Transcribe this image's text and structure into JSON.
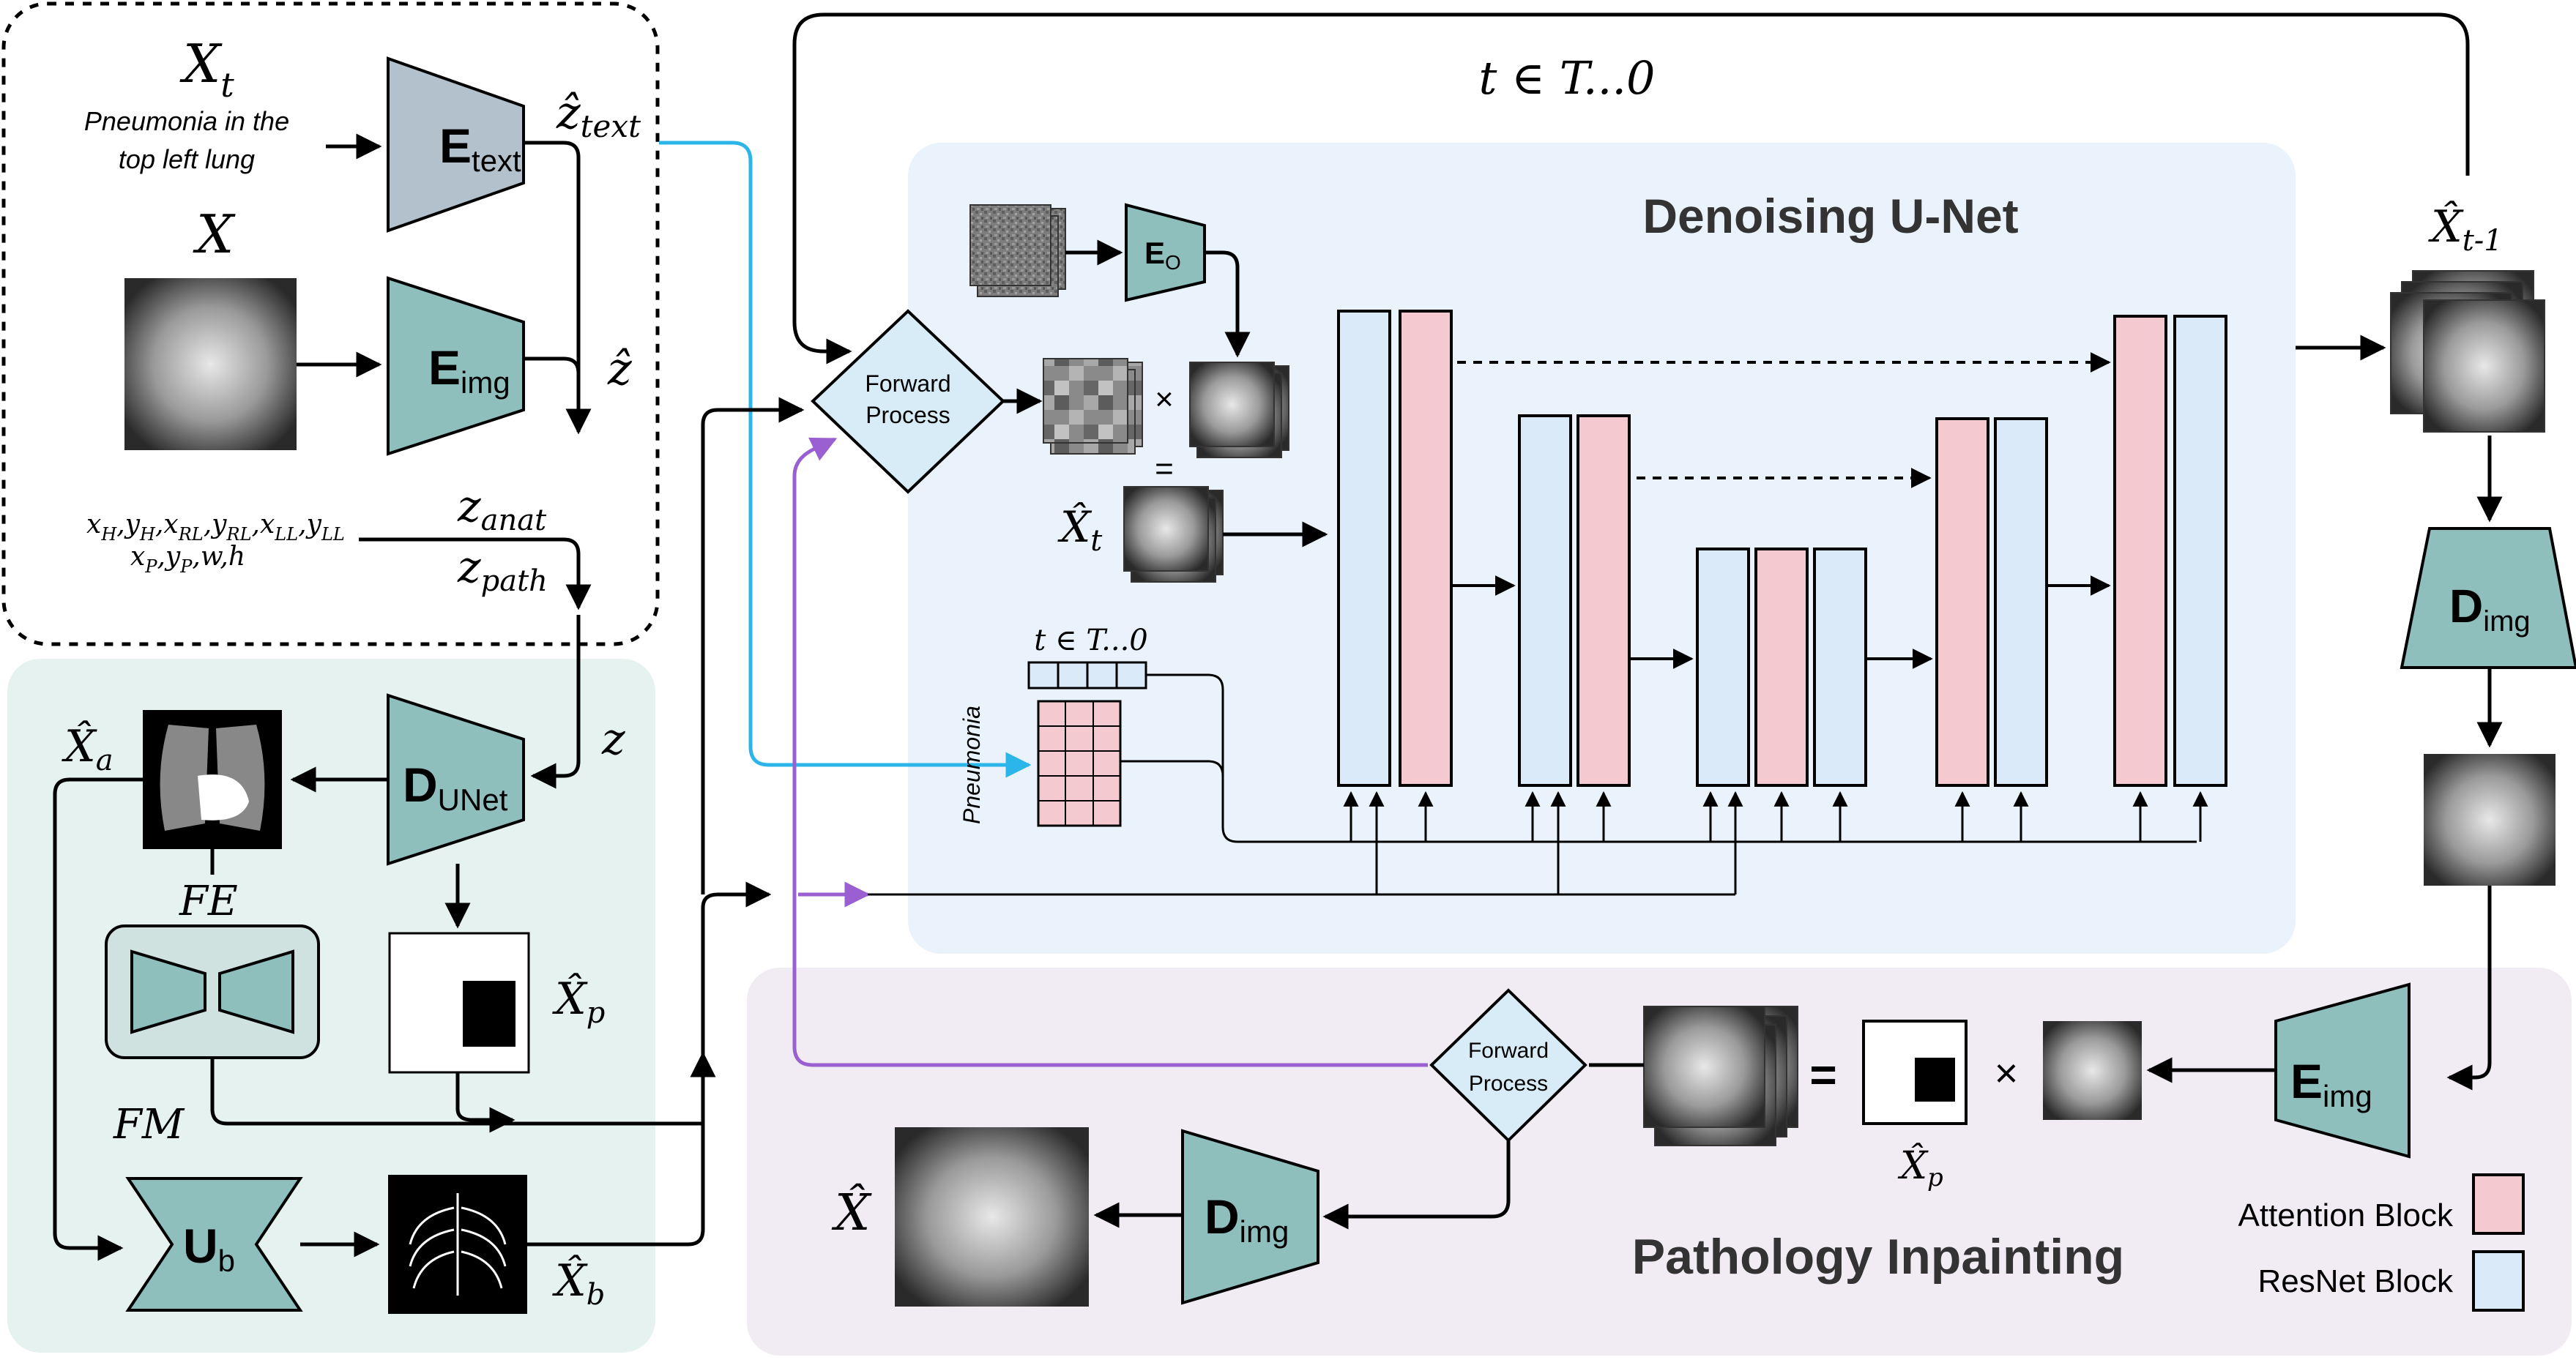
{
  "top_loop": {
    "label": "t ∈ T...0"
  },
  "inputs": {
    "x_t": "X",
    "x_t_sub": "t",
    "prompt_line1": "Pneumonia in the",
    "prompt_line2": "top left lung",
    "x_image": "X",
    "coords_line1": "x",
    "coords_subs1": [
      "H",
      "H",
      "RL",
      "RL",
      "LL",
      "LL"
    ],
    "coords_line2_parts": [
      "x",
      "P",
      ",y",
      "P",
      ",w,h"
    ]
  },
  "encoders": {
    "e_text": {
      "main": "E",
      "sub": "text"
    },
    "e_img": {
      "main": "E",
      "sub": "img"
    },
    "e_o": {
      "main": "E",
      "sub": "O"
    },
    "d_unet": {
      "main": "D",
      "sub": "UNet"
    },
    "d_img_right": {
      "main": "D",
      "sub": "img"
    },
    "e_img_bottom": {
      "main": "E",
      "sub": "img"
    },
    "d_img_bottom": {
      "main": "D",
      "sub": "img"
    },
    "u_b": {
      "main": "U",
      "sub": "b"
    }
  },
  "latents": {
    "z_text_hat": "ẑ",
    "z_text_sub": "text",
    "z_hat": "ẑ",
    "z_anat": "z",
    "z_anat_sub": "anat",
    "z_path": "z",
    "z_path_sub": "path",
    "z": "z"
  },
  "anatomy": {
    "x_a": "X̂",
    "x_a_sub": "a",
    "fe": "FE",
    "fm": "FM",
    "x_p": "X̂",
    "x_p_sub": "p",
    "x_b": "X̂",
    "x_b_sub": "b"
  },
  "unet": {
    "title": "Denoising U-Net",
    "forward_line1": "Forward",
    "forward_line2": "Process",
    "times": "×",
    "equals": "=",
    "x_t_hat": "X̂",
    "x_t_hat_sub": "t",
    "timestep_label": "t ∈ T...0",
    "pneumonia": "Pneumonia"
  },
  "output": {
    "x_t1": "X̂",
    "x_t1_sub": "t-1"
  },
  "inpainting": {
    "title": "Pathology Inpainting",
    "forward_line1": "Forward",
    "forward_line2": "Process",
    "equals": "=",
    "times": "×",
    "x_p": "X̂",
    "x_p_sub": "p",
    "x_final": "X̂"
  },
  "legend": {
    "attention": "Attention Block",
    "resnet": "ResNet Block",
    "attention_color": "#f4c9cf",
    "resnet_color": "#dbeaf8"
  },
  "colors": {
    "teal": "#8fbfbd",
    "slate": "#b3c1cc",
    "diamond": "#d8ecf8",
    "cyan_arrow": "#2cb5e8",
    "purple_arrow": "#9a5fd0",
    "unet_bg": "#eaf3fb",
    "anat_bg": "#e6f2ef",
    "inpaint_bg": "#f1ecf4"
  }
}
